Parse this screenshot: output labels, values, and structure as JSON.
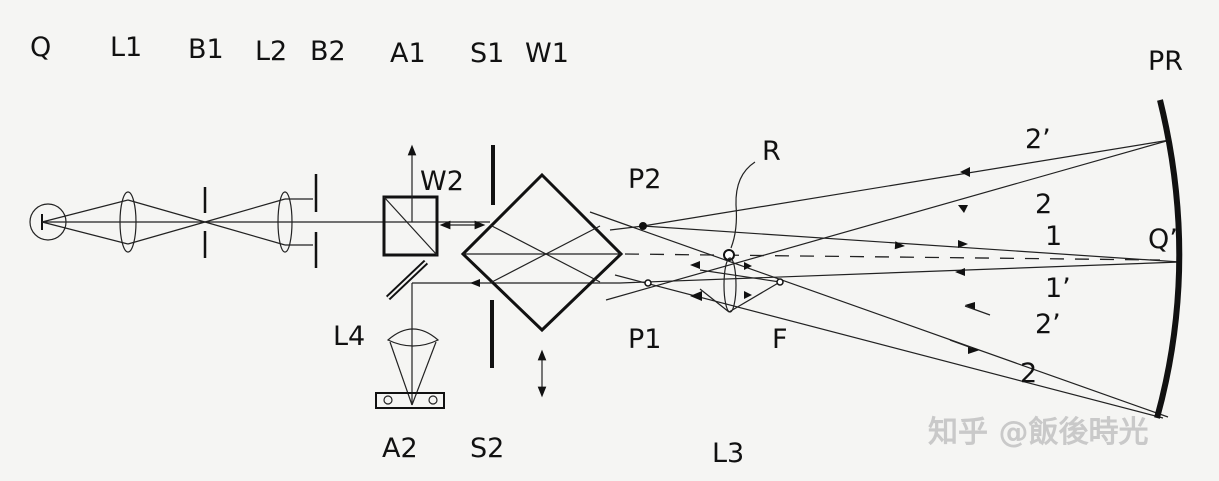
{
  "labels": {
    "Q": "Q",
    "L1": "L1",
    "B1": "B1",
    "L2": "L2",
    "B2": "B2",
    "A1": "A1",
    "S1": "S1",
    "W1": "W1",
    "W2": "W2",
    "L4": "L4",
    "A2": "A2",
    "S2": "S2",
    "P2": "P2",
    "P1": "P1",
    "R": "R",
    "F": "F",
    "L3": "L3",
    "PR": "PR",
    "Q_prime": "Q’",
    "ray_2prime_top": "2’",
    "ray_2_top": "2",
    "ray_1": "1",
    "ray_1prime": "1’",
    "ray_2prime_bottom": "2’",
    "ray_2_bottom": "2"
  },
  "watermark": "知乎 @飯後時光"
}
